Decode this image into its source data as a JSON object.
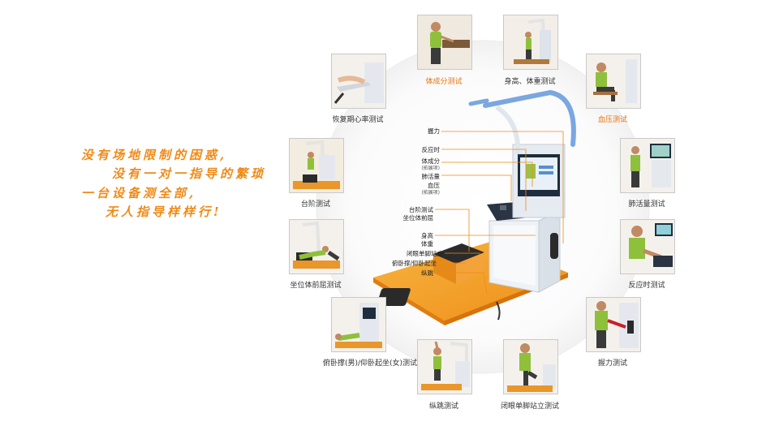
{
  "slogan": {
    "line1": "没有场地限制的困惑,",
    "line2": "没有一对一指导的繁琐",
    "line3": "一台设备测全部,",
    "line4": "无人指导样样行!"
  },
  "tests": {
    "body_comp": "体成分测试",
    "height_weight": "身高、体重测试",
    "blood_pressure": "血压测试",
    "recovery_hr": "恢复期心率测试",
    "lung_capacity": "肺活量测试",
    "step": "台阶测试",
    "reaction": "反应时测试",
    "sit_reach": "坐位体前屈测试",
    "grip": "握力测试",
    "pushup_situp": "俯卧撑(男)/仰卧起坐(女)测试",
    "vertical_jump": "纵跳测试",
    "one_leg": "闭眼单脚站立测试"
  },
  "device_labels": {
    "grip": "握力",
    "reaction": "反应时",
    "body_comp": "体成分",
    "body_comp_note": "(拓展项)",
    "lung": "肺活量",
    "bp": "血压",
    "bp_note": "(拓展项)",
    "step_test": "台阶测试",
    "sit_reach": "坐位体前屈",
    "height": "身高",
    "weight": "体重",
    "one_leg": "闭眼单脚站立",
    "pushup": "俯卧撑/仰卧起坐",
    "jump": "纵跳"
  },
  "colors": {
    "accent": "#f08a16",
    "highlight_caption": "#e8730c",
    "platform": "#f6a22a",
    "device_body": "#e9eef5",
    "screen": "#1d2d3f"
  }
}
